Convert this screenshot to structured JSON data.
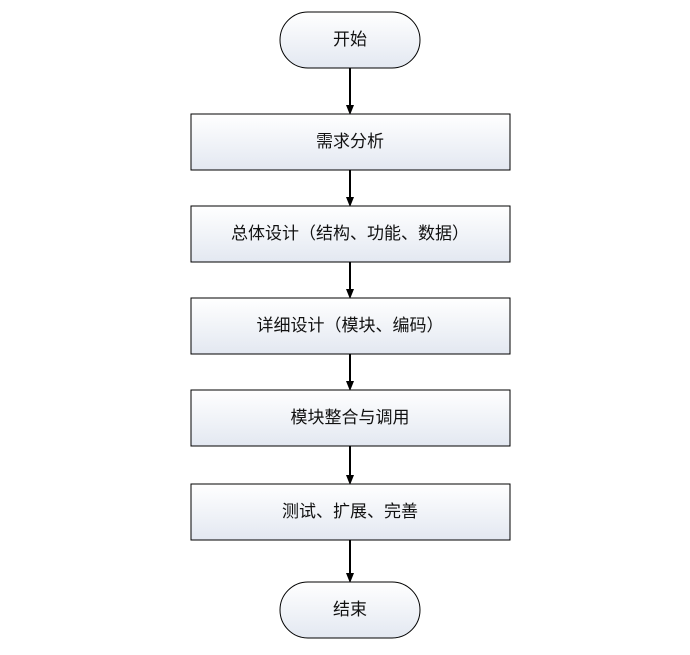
{
  "flowchart": {
    "start_label": "开始",
    "steps": [
      "需求分析",
      "总体设计（结构、功能、数据）",
      "详细设计（模块、编码）",
      "模块整合与调用",
      "测试、扩展、完善"
    ],
    "end_label": "结束"
  },
  "colors": {
    "box_fill_top": "#ffffff",
    "box_fill_bottom": "#e3e8f1",
    "stroke": "#000000",
    "arrow": "#000000"
  }
}
